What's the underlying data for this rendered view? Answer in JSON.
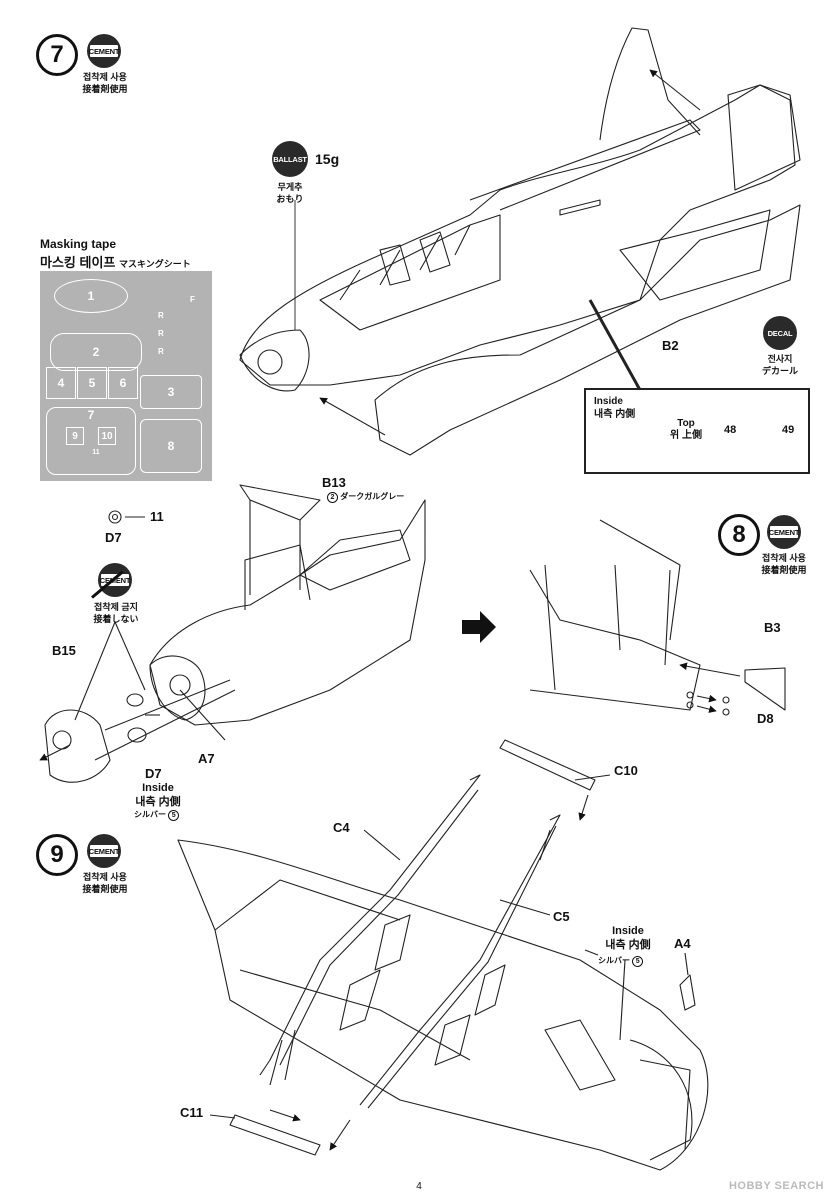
{
  "step7": {
    "number": "7",
    "cement_badge": "CEMENT",
    "cement_ko": "접착제 사용",
    "cement_ja": "接着剤使用",
    "ballast_badge": "BALLAST",
    "ballast_weight": "15g",
    "ballast_ko": "무게추",
    "ballast_ja": "おもり",
    "decal_badge": "DECAL",
    "decal_ko": "전사지",
    "decal_ja": "デカール",
    "label_b2": "B2",
    "inset": {
      "inside_en": "Inside",
      "inside_ko": "내측",
      "inside_ja": "内側",
      "top_en": "Top",
      "top_ko": "위",
      "top_ja": "上側",
      "decal_a": "48",
      "decal_b": "49"
    }
  },
  "masking_tape": {
    "title_en": "Masking tape",
    "title_ko": "마스킹 테이프",
    "title_ja": "マスキングシート",
    "pieces": [
      "1",
      "2",
      "3",
      "4",
      "5",
      "6",
      "7",
      "8",
      "9",
      "10",
      "11"
    ],
    "small_marks": [
      "R",
      "R",
      "R",
      "F"
    ]
  },
  "sub_assembly": {
    "label_b13": "B13",
    "b13_color_no": "2",
    "b13_color": "ダークガルグレー",
    "label_11": "11",
    "label_d7_top": "D7",
    "nocement_badge": "CEMENT",
    "nocement_ko": "접착제 금지",
    "nocement_ja": "接着しない",
    "label_b15": "B15",
    "label_a7": "A7",
    "label_d7": "D7",
    "inside_en": "Inside",
    "inside_ko": "내측",
    "inside_ja": "内側",
    "color_name": "シルバー",
    "color_no": "5"
  },
  "step8": {
    "number": "8",
    "cement_badge": "CEMENT",
    "cement_ko": "접착제 사용",
    "cement_ja": "接着剤使用",
    "label_b3": "B3",
    "label_d8": "D8"
  },
  "step9": {
    "number": "9",
    "cement_badge": "CEMENT",
    "cement_ko": "접착제 사용",
    "cement_ja": "接着剤使用",
    "label_c10": "C10",
    "label_c4": "C4",
    "label_c5": "C5",
    "label_c11": "C11",
    "inside_en": "Inside",
    "inside_ko": "내측",
    "inside_ja": "内側",
    "color_name": "シルバー",
    "color_no": "5",
    "label_a4": "A4"
  },
  "footer": {
    "page_number": "4",
    "watermark": "HOBBY SEARCH"
  }
}
